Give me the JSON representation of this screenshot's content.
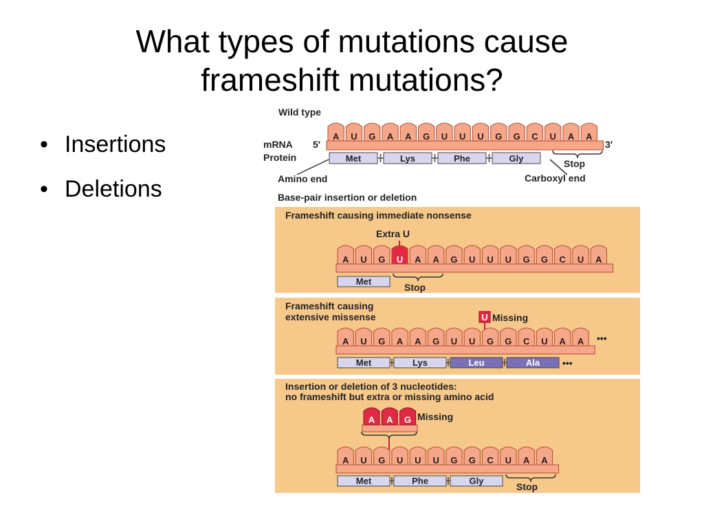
{
  "slide": {
    "title_lines": [
      "What types of mutations cause",
      "frameshift mutations?"
    ],
    "bullets": [
      "Insertions",
      "Deletions"
    ]
  },
  "figure": {
    "colors": {
      "panel_bg": "#f6c88a",
      "base_fill": "#f5a889",
      "base_stroke": "#b5492f",
      "mut_fill": "#e02a44",
      "aa_fill": "#d7d6ee",
      "aa_mut_fill": "#7b70b8",
      "aa_stroke": "#444"
    },
    "wild": {
      "header": "Wild type",
      "mrna_label": "mRNA",
      "five": "5′",
      "three": "3′",
      "protein_label": "Protein",
      "bases": [
        "A",
        "U",
        "G",
        "A",
        "A",
        "G",
        "U",
        "U",
        "U",
        "G",
        "G",
        "C",
        "U",
        "A",
        "A"
      ],
      "aa": [
        "Met",
        "Lys",
        "Phe",
        "Gly"
      ],
      "stop": "Stop",
      "amino_end": "Amino end",
      "carboxyl_end": "Carboxyl end"
    },
    "section_header": "Base-pair insertion or deletion",
    "panel1": {
      "title": "Frameshift causing immediate nonsense",
      "callout": "Extra U",
      "bases": [
        "A",
        "U",
        "G",
        "U",
        "A",
        "A",
        "G",
        "U",
        "U",
        "U",
        "G",
        "G",
        "C",
        "U",
        "A"
      ],
      "mutated_index": 3,
      "aa": [
        "Met"
      ],
      "stop": "Stop"
    },
    "panel2": {
      "title_lines": [
        "Frameshift causing",
        "extensive missense"
      ],
      "missing_base": "U",
      "callout": "Missing",
      "bases": [
        "A",
        "U",
        "G",
        "A",
        "A",
        "G",
        "U",
        "U",
        "G",
        "G",
        "C",
        "U",
        "A",
        "A"
      ],
      "ellipsis": "•••",
      "aa": [
        "Met",
        "Lys",
        "Leu",
        "Ala"
      ],
      "mutated_aa": [
        2,
        3
      ],
      "aa_ellipsis": "•••"
    },
    "panel3": {
      "title_lines": [
        "Insertion or deletion of 3 nucleotides:",
        "no frameshift but extra or missing amino acid"
      ],
      "missing_bases": [
        "A",
        "A",
        "G"
      ],
      "callout": "Missing",
      "bases": [
        "A",
        "U",
        "G",
        "U",
        "U",
        "U",
        "G",
        "G",
        "C",
        "U",
        "A",
        "A"
      ],
      "aa": [
        "Met",
        "Phe",
        "Gly"
      ],
      "stop": "Stop"
    }
  }
}
